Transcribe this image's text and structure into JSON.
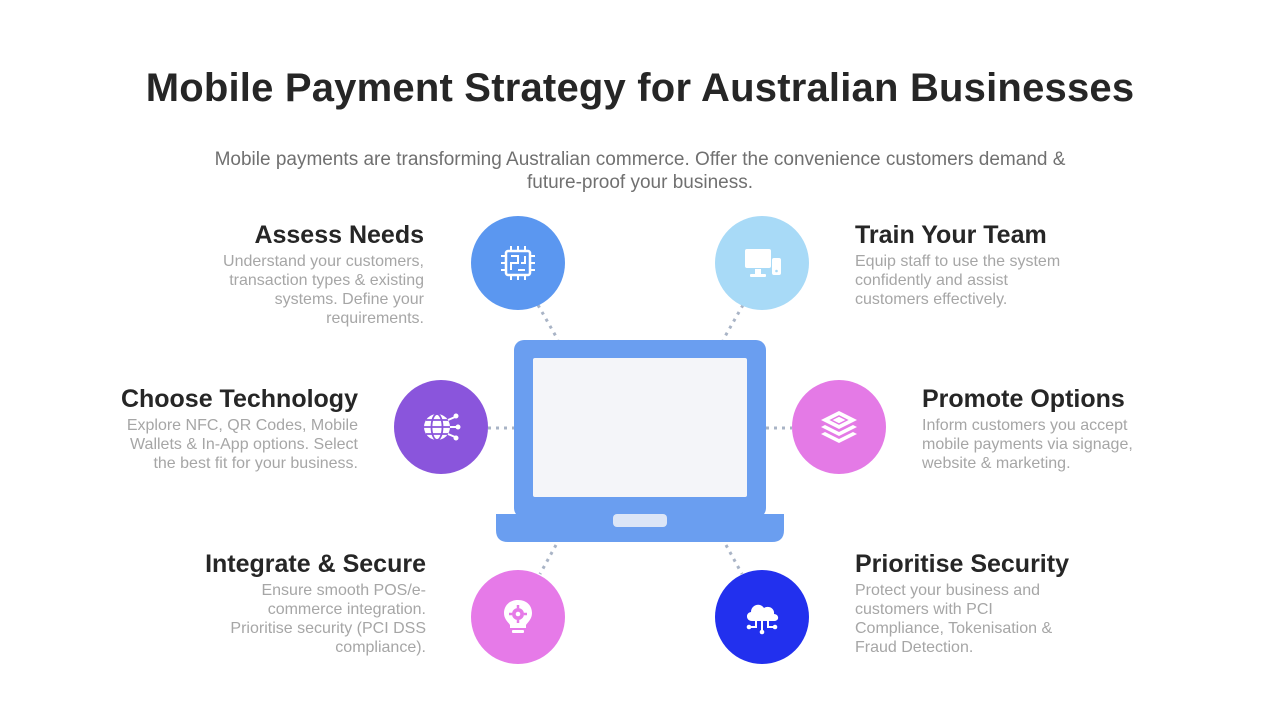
{
  "title": "Mobile Payment Strategy for Australian Businesses",
  "subtitle": "Mobile payments are transforming Australian commerce. Offer the convenience customers demand & future-proof your business.",
  "colors": {
    "laptop": "#6a9ef0",
    "screen": "#f4f5f9",
    "connector": "#a9b4c6"
  },
  "steps": {
    "assess": {
      "title": "Assess Needs",
      "text": "Understand your customers, transaction types & existing systems. Define your requirements.",
      "icon": "chip-icon",
      "color": "#5b97f0"
    },
    "choose": {
      "title": "Choose Technology",
      "text": "Explore NFC, QR Codes, Mobile Wallets & In-App options. Select the best fit for your business.",
      "icon": "globe-network-icon",
      "color": "#8a55dc"
    },
    "integrate": {
      "title": "Integrate & Secure",
      "text": "Ensure smooth POS/e-commerce integration. Prioritise security (PCI DSS compliance).",
      "icon": "bulb-gear-icon",
      "color": "#e67ae8"
    },
    "train": {
      "title": "Train Your Team",
      "text": "Equip staff to use the system confidently and assist customers effectively.",
      "icon": "computer-icon",
      "color": "#a8daf7"
    },
    "promote": {
      "title": "Promote Options",
      "text": "Inform customers you accept mobile payments via signage, website & marketing.",
      "icon": "layers-icon",
      "color": "#e47ae6"
    },
    "prioritise": {
      "title": "Prioritise Security",
      "text": "Protect your business and customers with PCI Compliance, Tokenisation & Fraud Detection.",
      "icon": "cloud-network-icon",
      "color": "#2230ee"
    }
  }
}
